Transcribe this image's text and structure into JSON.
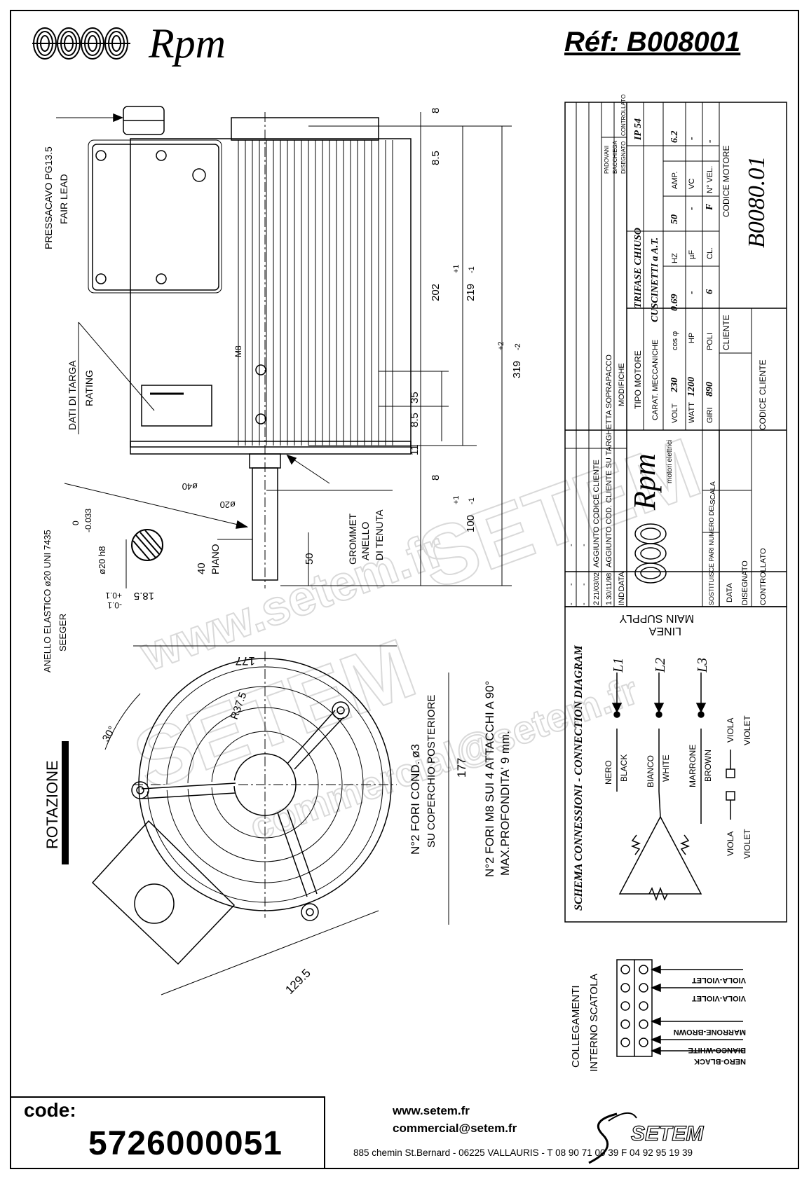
{
  "header": {
    "brand": "Rpm",
    "reference": "Réf:  B008001"
  },
  "drawing": {
    "labels": {
      "pressacavo": "PRESSACAVO PG13.5",
      "fair_lead": "FAIR LEAD",
      "dati_targa": "DATI DI TARGA",
      "rating": "RATING",
      "m8": "M8",
      "anello_elastico": "ANELLO ELASTICO ø20 UNI 7435",
      "seeger": "SEEGER",
      "grommet": "GROMMET",
      "anello": "ANELLO",
      "di_tenuta": "DI TENUTA",
      "piano": "PIANO",
      "rotazione": "ROTAZIONE",
      "fori_cond": "N°2 FORI COND. ø3",
      "coperchio": "SU COPERCHIO POSTERIORE",
      "fori_m8": "N°2 FORI M8 SUI 4 ATTACCHI A 90°",
      "profondita": "MAX.PROFONDITA' 9 mm.",
      "collegamenti": "COLLEGAMENTI",
      "interno_scatola": "INTERNO SCATOLA"
    },
    "dimensions": {
      "d8_top": "8",
      "d8_5_top": "8.5",
      "d202": "202",
      "d219": "219",
      "d219_tol_plus": "+1",
      "d219_tol_minus": "-1",
      "d319": "319",
      "d319_tol_plus": "+2",
      "d319_tol_minus": "-2",
      "d35": "35",
      "d8_5_bottom": "8.5",
      "d11": "11",
      "d8_bottom": "8",
      "d100": "100",
      "d100_tol_plus": "+1",
      "d100_tol_minus": "-1",
      "d50": "50",
      "d40": "40",
      "dia40": "ø40",
      "dia20": "ø20",
      "dia20_h8": "ø20 h8",
      "h8_tol_upper": "0",
      "h8_tol_lower": "-0.033",
      "d18_5": "18.5",
      "d18_5_tol_plus": "+0.1",
      "d18_5_tol_minus": "-0.1",
      "d177_h": "177",
      "d177_v": "177",
      "r37_5": "R37.5",
      "angle30": "30°",
      "d129_5": "129.5"
    }
  },
  "title_block": {
    "revisions": [
      {
        "ind": "-",
        "data": "-",
        "modifiche": "-"
      },
      {
        "ind": "-",
        "data": "-",
        "modifiche": "-"
      },
      {
        "ind": "2",
        "data": "21/03/02",
        "modifiche": "AGGIUNTO CODICE CLIENTE"
      },
      {
        "ind": "1",
        "data": "30/11/98",
        "modifiche": "AGGIUNTO COD. CLIENTE SU TARGHETTA SOPRAPACCO"
      }
    ],
    "rev_headers": {
      "ind": "IND",
      "data": "DATA",
      "modifiche": "MODIFICHE"
    },
    "sign_labels": [
      "PADOVANI",
      "BACCHIEGA",
      "DISEGNATO",
      "CONTROLLATO"
    ],
    "tipo_motore_label": "TIPO MOTORE",
    "tipo_motore": "TRIFASE CHIUSO",
    "ip": "IP 54",
    "carat_label": "CARAT. MECCANICHE",
    "carat_value": "CUSCINETTI a A.T.",
    "specs": [
      {
        "label": "VOLT",
        "value": "230"
      },
      {
        "label": "cos φ",
        "value": "0.69"
      },
      {
        "label": "HZ",
        "value": "50"
      },
      {
        "label": "AMP.",
        "value": "6.2"
      },
      {
        "label": "WATT",
        "value": "1200"
      },
      {
        "label": "HP",
        "value": "-"
      },
      {
        "label": "µF",
        "value": "-"
      },
      {
        "label": "VC",
        "value": "-"
      },
      {
        "label": "GIRI",
        "value": "890"
      },
      {
        "label": "POLI",
        "value": "6"
      },
      {
        "label": "CL.",
        "value": "F"
      },
      {
        "label": "N° VEL.",
        "value": "-"
      }
    ],
    "cliente_label": "CLIENTE",
    "codice_motore_label": "CODICE MOTORE",
    "codice_motore": "B0080.01",
    "codice_cliente_label": "CODICE CLIENTE",
    "brand": "Rpm",
    "brand_sub": "motori elettrici",
    "sostituisce": "SOSTITUISCE PARI NUMERO DEL",
    "scala": "SCALA",
    "data_label": "DATA",
    "disegnato": "DISEGNATO",
    "controllato": "CONTROLLATO"
  },
  "schema": {
    "title": "SCHEMA CONNESSIONI - CONNECTION DIAGRAM",
    "linea": "LINEA",
    "main_supply": "MAIN SUPPLY",
    "lines": [
      "L1",
      "L2",
      "L3"
    ],
    "wires": [
      {
        "it": "NERO",
        "en": "BLACK"
      },
      {
        "it": "BIANCO",
        "en": "WHITE"
      },
      {
        "it": "MARRONE",
        "en": "BROWN"
      }
    ],
    "viola": "VIOLA",
    "violet": "VIOLET"
  },
  "terminal_labels": [
    "VIOLA-VIOLET",
    "VIOLA-VIOLET",
    "MARRONE-BROWN",
    "BIANCO-WHITE",
    "NERO-BLACK"
  ],
  "watermark": {
    "line1": "www.setem.fr",
    "line2": "SETEM",
    "line3": "commercial@setem.fr"
  },
  "footer": {
    "code_label": "code:",
    "code_value": "5726000051",
    "web": "www.setem.fr",
    "email": "commercial@setem.fr",
    "address": "885 chemin St.Bernard  -  06225 VALLAURIS  -  T 08 90 71 00 39  F 04 92 95 19 39",
    "brand": "SETEM"
  }
}
